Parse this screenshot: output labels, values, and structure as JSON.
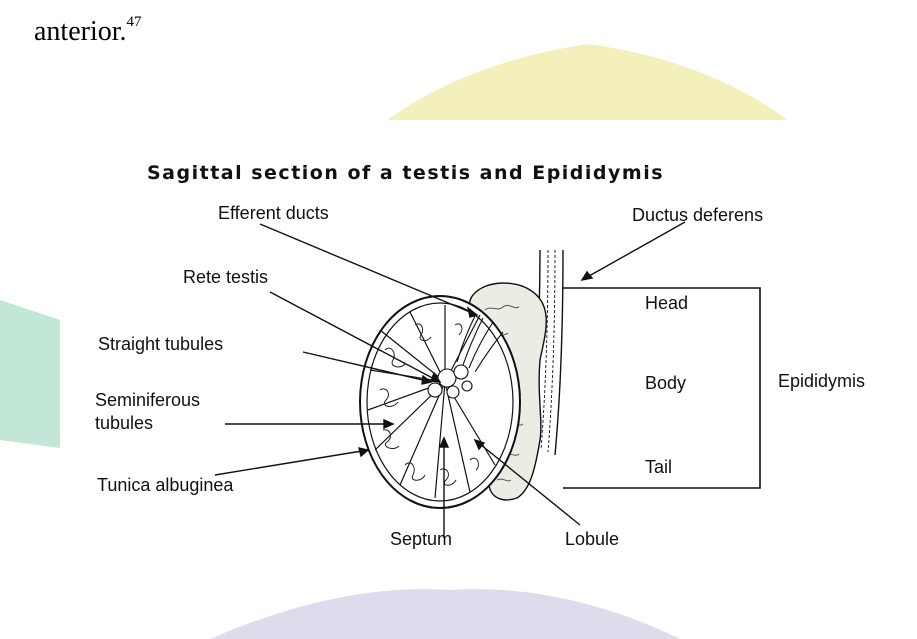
{
  "body_text": {
    "word": "anterior.",
    "citation": "47"
  },
  "figure": {
    "title": "Sagittal section of a testis and Epididymis",
    "labels": {
      "efferent_ducts": "Efferent ducts",
      "ductus_deferens": "Ductus deferens",
      "rete_testis": "Rete testis",
      "straight_tubules": "Straight tubules",
      "seminiferous_1": "Seminiferous",
      "seminiferous_2": "tubules",
      "tunica_albuginea": "Tunica albuginea",
      "septum": "Septum",
      "lobule": "Lobule",
      "head": "Head",
      "body": "Body",
      "tail": "Tail",
      "epididymis": "Epididymis"
    }
  },
  "colors": {
    "watermark_yellow": "#f3f0bc",
    "watermark_green": "#c2e7d6",
    "watermark_purple": "#cfcde6",
    "line": "#111111",
    "epididymis_fill": "#ecebe4"
  }
}
